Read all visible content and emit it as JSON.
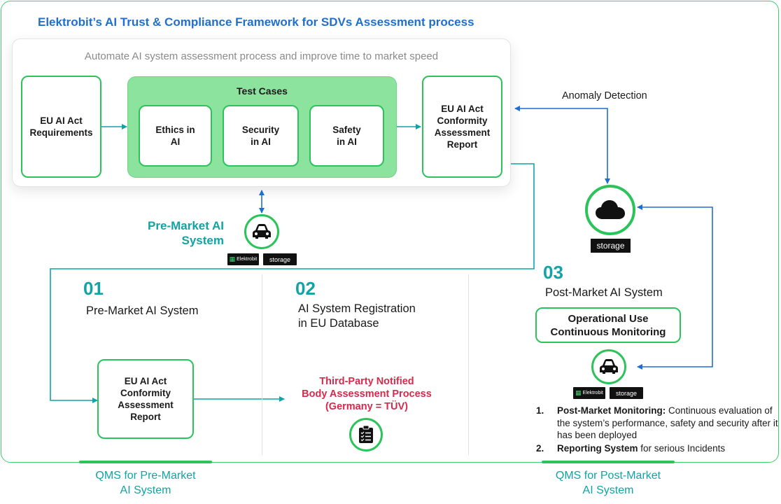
{
  "title": "Elektrobit’s AI Trust & Compliance Framework for SDVs Assessment process",
  "subtitle": "Automate AI system assessment process and improve time to market speed",
  "requirements_box": "EU AI Act Requirements",
  "test_cases": {
    "title": "Test Cases",
    "items": [
      "Ethics in AI",
      "Security in AI",
      "Safety in AI"
    ]
  },
  "report_box_top": "EU AI Act Conformity Assessment Report",
  "anomaly_detection": "Anomaly Detection",
  "pre_market_label": "Pre-Market AI System",
  "tags": {
    "elektrobit": "Elektrobit",
    "storage": "storage"
  },
  "sections": [
    {
      "number": "01",
      "label": "Pre-Market AI System"
    },
    {
      "number": "02",
      "label_line1": "AI System Registration",
      "label_line2": "in EU Database"
    },
    {
      "number": "03",
      "label": "Post-Market AI System"
    }
  ],
  "report_box_bottom": "EU AI Act Conformity Assessment Report",
  "third_party": {
    "line1": "Third-Party Notified",
    "line2": "Body Assessment Process",
    "line3": "(Germany = TÜV)"
  },
  "operational_box": {
    "line1": "Operational Use",
    "line2": "Continuous Monitoring"
  },
  "post_market_list": [
    {
      "num": "1.",
      "bold": "Post-Market Monitoring:",
      "text": " Continuous evaluation of the system’s performance, safety and security after it has been deployed"
    },
    {
      "num": "2.",
      "bold": "Reporting System",
      "text": " for serious Incidents"
    }
  ],
  "qms_pre": {
    "line1": "QMS for Pre-Market",
    "line2": "AI System"
  },
  "qms_post": {
    "line1": "QMS for Post-Market",
    "line2": "AI System"
  },
  "colors": {
    "green": "#2bc35a",
    "teal": "#11a3a5",
    "blue": "#1f6fd0",
    "red": "#d7294c"
  }
}
